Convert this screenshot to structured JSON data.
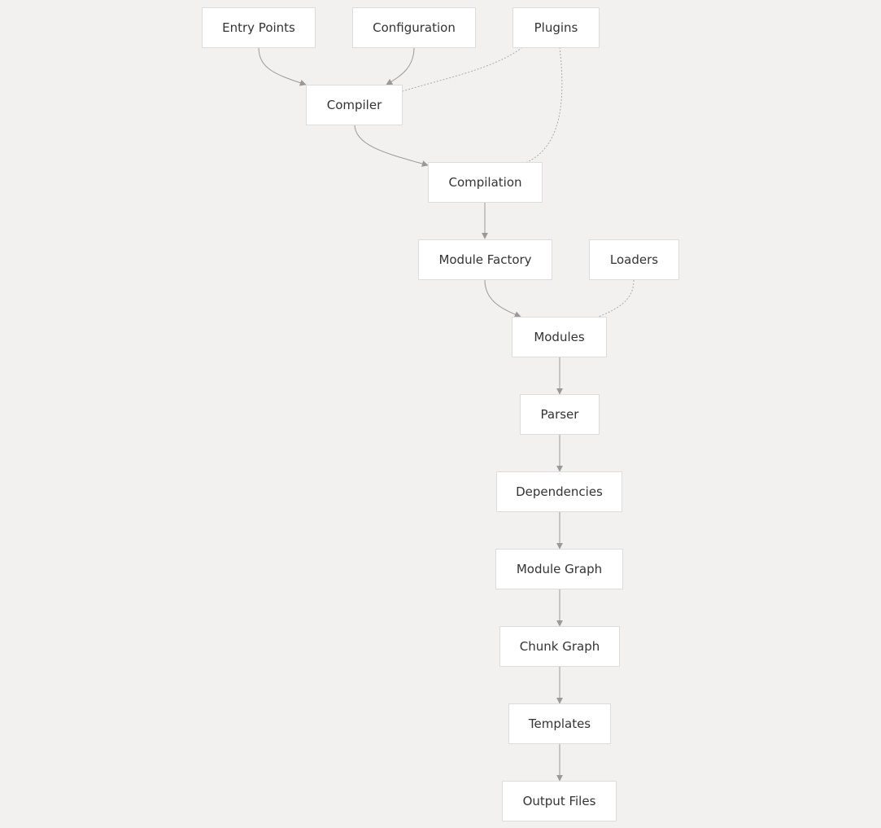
{
  "diagram": {
    "nodes": [
      {
        "id": "entry-points",
        "label": "Entry Points"
      },
      {
        "id": "configuration",
        "label": "Configuration"
      },
      {
        "id": "plugins",
        "label": "Plugins"
      },
      {
        "id": "compiler",
        "label": "Compiler"
      },
      {
        "id": "compilation",
        "label": "Compilation"
      },
      {
        "id": "module-factory",
        "label": "Module Factory"
      },
      {
        "id": "loaders",
        "label": "Loaders"
      },
      {
        "id": "modules",
        "label": "Modules"
      },
      {
        "id": "parser",
        "label": "Parser"
      },
      {
        "id": "dependencies",
        "label": "Dependencies"
      },
      {
        "id": "module-graph",
        "label": "Module Graph"
      },
      {
        "id": "chunk-graph",
        "label": "Chunk Graph"
      },
      {
        "id": "templates",
        "label": "Templates"
      },
      {
        "id": "output-files",
        "label": "Output Files"
      }
    ],
    "edges": [
      {
        "from": "entry-points",
        "to": "compiler",
        "style": "solid"
      },
      {
        "from": "configuration",
        "to": "compiler",
        "style": "solid"
      },
      {
        "from": "plugins",
        "to": "compiler",
        "style": "dotted"
      },
      {
        "from": "compiler",
        "to": "compilation",
        "style": "solid"
      },
      {
        "from": "plugins",
        "to": "compilation",
        "style": "dotted"
      },
      {
        "from": "compilation",
        "to": "module-factory",
        "style": "solid"
      },
      {
        "from": "module-factory",
        "to": "modules",
        "style": "solid"
      },
      {
        "from": "loaders",
        "to": "modules",
        "style": "dotted"
      },
      {
        "from": "modules",
        "to": "parser",
        "style": "solid"
      },
      {
        "from": "parser",
        "to": "dependencies",
        "style": "solid"
      },
      {
        "from": "dependencies",
        "to": "module-graph",
        "style": "solid"
      },
      {
        "from": "module-graph",
        "to": "chunk-graph",
        "style": "solid"
      },
      {
        "from": "chunk-graph",
        "to": "templates",
        "style": "solid"
      },
      {
        "from": "templates",
        "to": "output-files",
        "style": "solid"
      }
    ],
    "colors": {
      "background": "#f2f1ef",
      "node_fill": "#ffffff",
      "node_border": "#dcdcdc",
      "edge": "#999999",
      "text": "#333333"
    }
  }
}
